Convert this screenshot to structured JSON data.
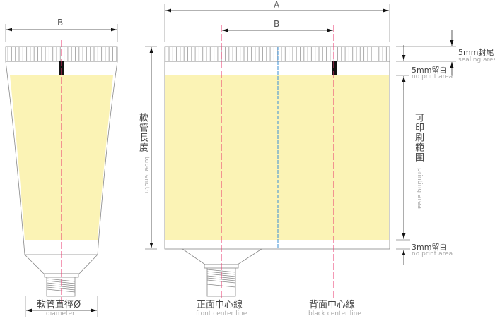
{
  "dimensions": {
    "a": "A",
    "b_left": "B",
    "b_right": "B"
  },
  "tube_length": {
    "cn": "軟管長度",
    "en": "tube length"
  },
  "sealing": {
    "cn": "5mm封尾",
    "en": "sealing area"
  },
  "top_margin": {
    "cn": "5mm留白",
    "en": "no print area"
  },
  "printing": {
    "cn": "可印刷範圍",
    "en": "printing area"
  },
  "bottom_margin": {
    "cn": "3mm留白",
    "en": "no print area"
  },
  "diameter": {
    "cn": "軟管直徑Ø",
    "en": "diameter"
  },
  "front_line": {
    "cn": "正面中心線",
    "en": "front center line"
  },
  "back_line": {
    "cn": "背面中心線",
    "en": "black center line"
  },
  "colors": {
    "print_area": "#fbf3b5",
    "center_line": "#e8336b",
    "fold_line": "#3a8fd6",
    "outline": "#777777"
  }
}
